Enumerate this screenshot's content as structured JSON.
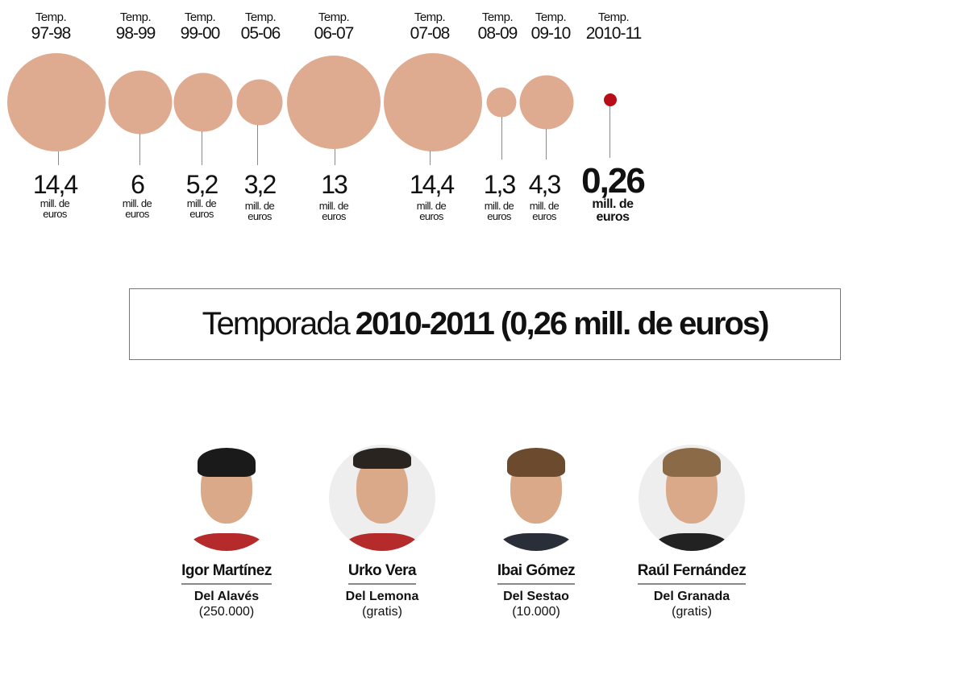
{
  "chart_data": {
    "type": "bubble",
    "title": "",
    "unit": "mill. de euros",
    "season_prefix": "Temp.",
    "categories": [
      "97-98",
      "98-99",
      "99-00",
      "05-06",
      "06-07",
      "07-08",
      "08-09",
      "09-10",
      "2010-11"
    ],
    "values": [
      14.4,
      6,
      5.2,
      3.2,
      13,
      14.4,
      1.3,
      4.3,
      0.26
    ],
    "value_labels": [
      "14,4",
      "6",
      "5,2",
      "3,2",
      "13",
      "14,4",
      "1,3",
      "4,3",
      "0,26"
    ],
    "highlight": "2010-11",
    "colors": {
      "bubble": "#dfab90",
      "highlight": "#b90c16"
    }
  },
  "seasons": [
    {
      "t1": "Temp.",
      "t2": "97-98",
      "value": "14,4",
      "unit1": "mill. de",
      "unit2": "euros"
    },
    {
      "t1": "Temp.",
      "t2": "98-99",
      "value": "6",
      "unit1": "mill. de",
      "unit2": "euros"
    },
    {
      "t1": "Temp.",
      "t2": "99-00",
      "value": "5,2",
      "unit1": "mill. de",
      "unit2": "euros"
    },
    {
      "t1": "Temp.",
      "t2": "05-06",
      "value": "3,2",
      "unit1": "mill. de",
      "unit2": "euros"
    },
    {
      "t1": "Temp.",
      "t2": "06-07",
      "value": "13",
      "unit1": "mill. de",
      "unit2": "euros"
    },
    {
      "t1": "Temp.",
      "t2": "07-08",
      "value": "14,4",
      "unit1": "mill. de",
      "unit2": "euros"
    },
    {
      "t1": "Temp.",
      "t2": "08-09",
      "value": "1,3",
      "unit1": "mill. de",
      "unit2": "euros"
    },
    {
      "t1": "Temp.",
      "t2": "09-10",
      "value": "4,3",
      "unit1": "mill. de",
      "unit2": "euros"
    },
    {
      "t1": "Temp.",
      "t2": "2010-11",
      "value": "0,26",
      "unit1": "mill. de",
      "unit2": "euros"
    }
  ],
  "heading": {
    "light": "Temporada",
    "strong": "2010-2011 (0,26 mill. de euros)"
  },
  "players": [
    {
      "name": "Igor Martínez",
      "from": "Del Alavés",
      "fee": "(250.000)"
    },
    {
      "name": "Urko Vera",
      "from": "Del Lemona",
      "fee": "(gratis)"
    },
    {
      "name": "Ibai Gómez",
      "from": "Del Sestao",
      "fee": "(10.000)"
    },
    {
      "name": "Raúl Fernández",
      "from": "Del Granada",
      "fee": "(gratis)"
    }
  ]
}
